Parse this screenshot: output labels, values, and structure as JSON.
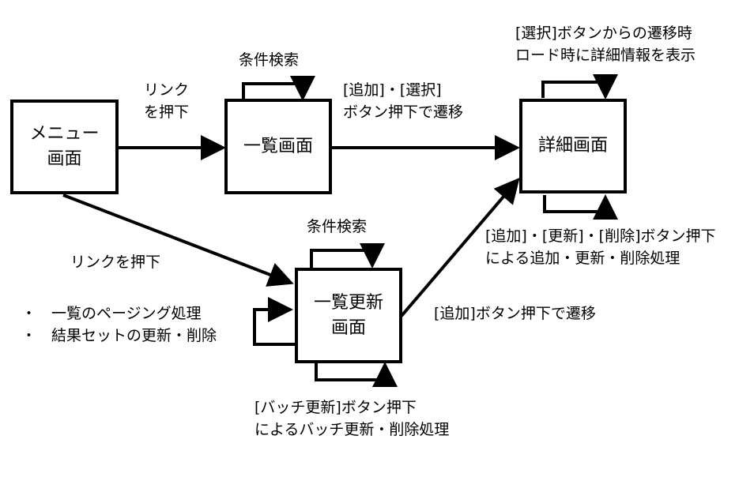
{
  "nodes": {
    "menu": {
      "line1": "メニュー",
      "line2": "画面"
    },
    "list": {
      "line1": "一覧画面"
    },
    "detail": {
      "line1": "詳細画面"
    },
    "list_update": {
      "line1": "一覧更新",
      "line2": "画面"
    }
  },
  "labels": {
    "link_press": {
      "line1": "リンク",
      "line2": "を押下"
    },
    "search_top": "条件検索",
    "add_select": {
      "line1": "[追加]・[選択]",
      "line2": "ボタン押下で遷移"
    },
    "detail_load": {
      "line1": "[選択]ボタンからの遷移時",
      "line2": "ロード時に詳細情報を表示"
    },
    "detail_ops": {
      "line1": "[追加]・[更新]・[削除]ボタン押下",
      "line2": "による追加・更新・削除処理"
    },
    "search_bottom": "条件検索",
    "link_press_2": "リンクを押下",
    "features": {
      "item1": "・　一覧のページング処理",
      "item2": "・　結果セットの更新・削除"
    },
    "add_transition": "[追加]ボタン押下で遷移",
    "batch": {
      "line1": "[バッチ更新]ボタン押下",
      "line2": "によるバッチ更新・削除処理"
    }
  }
}
